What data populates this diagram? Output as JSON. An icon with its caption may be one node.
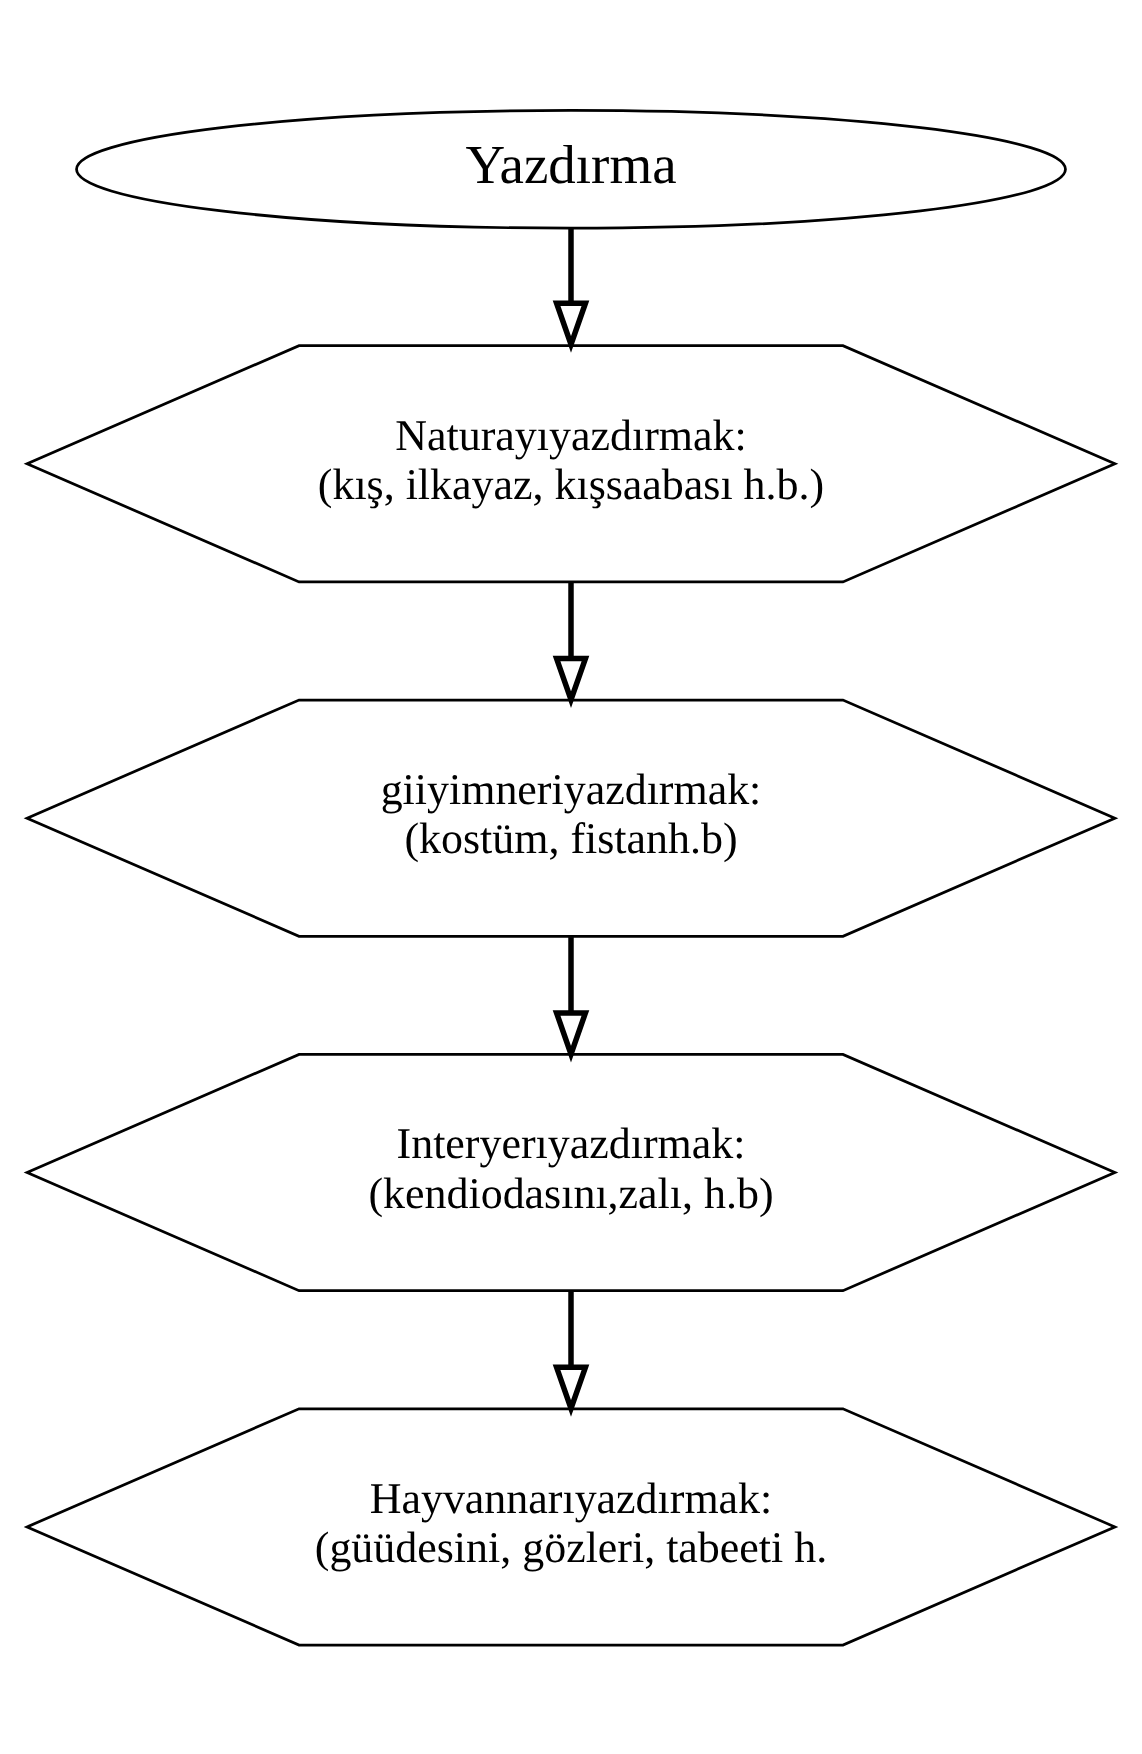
{
  "diagram": {
    "nodes": [
      {
        "text": [
          "Yazdırma"
        ]
      },
      {
        "text": [
          "Naturayıyazdırmak:",
          "(kış, ilkayaz, kışsaabası h.b.)"
        ]
      },
      {
        "text": [
          "giiyimneriyazdırmak:",
          "(kostüm, fistanh.b)"
        ]
      },
      {
        "text": [
          "Interyerıyazdırmak:",
          "(kendiodasını,zalı, h.b)"
        ]
      },
      {
        "text": [
          "Hayvannarıyazdırmak:",
          "(güüdesini, gözleri, tabeeti h."
        ]
      }
    ],
    "edges": [
      {
        "from": 0,
        "to": 1,
        "arrow": "to"
      },
      {
        "from": 1,
        "to": 2,
        "arrow": "to"
      },
      {
        "from": 2,
        "to": 3,
        "arrow": "to"
      },
      {
        "from": 3,
        "to": 4,
        "arrow": "to"
      }
    ]
  }
}
